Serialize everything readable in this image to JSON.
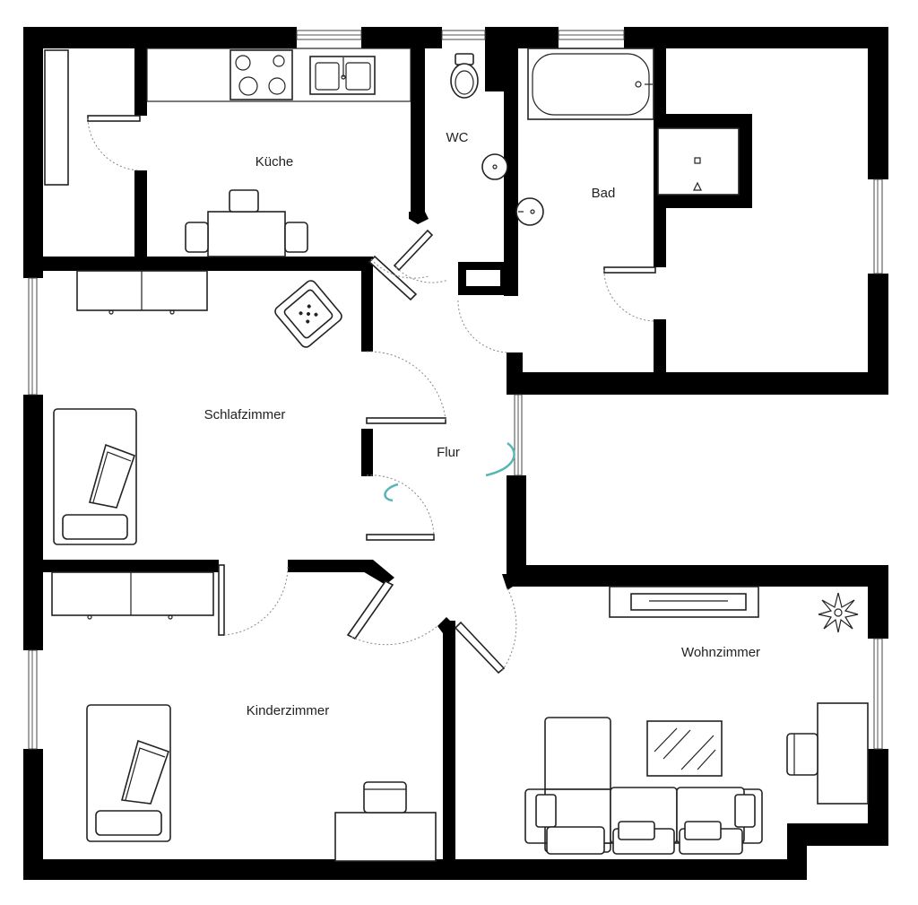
{
  "rooms": {
    "kueche": "Küche",
    "wc": "WC",
    "bad": "Bad",
    "schlafzimmer": "Schlafzimmer",
    "flur": "Flur",
    "kinderzimmer": "Kinderzimmer",
    "wohnzimmer": "Wohnzimmer"
  },
  "colors": {
    "wall": "#000000",
    "background": "#ffffff",
    "watermark_accent": "#59b5b8"
  }
}
